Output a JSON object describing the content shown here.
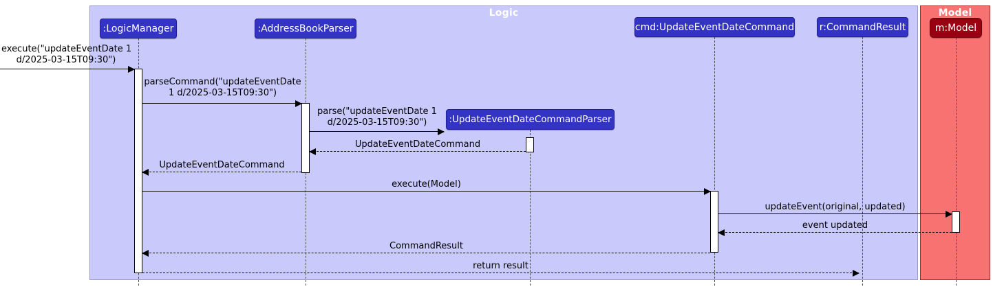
{
  "diagram": {
    "type": "uml-sequence",
    "frames": {
      "logic": {
        "title": "Logic"
      },
      "model": {
        "title": "Model"
      }
    },
    "participants": {
      "logic_manager": {
        "label": ":LogicManager"
      },
      "address_book_parser": {
        "label": ":AddressBookParser"
      },
      "update_event_date_command_parser": {
        "label": ":UpdateEventDateCommandParser"
      },
      "cmd_update_event_date_command": {
        "label": "cmd:UpdateEventDateCommand"
      },
      "r_command_result": {
        "label": "r:CommandResult"
      },
      "m_model": {
        "label": "m:Model"
      }
    },
    "messages": {
      "execute_entry": {
        "line1": "execute(\"updateEventDate 1",
        "line2": "d/2025-03-15T09:30\")",
        "type": "sync"
      },
      "parse_command": {
        "line1": "parseCommand(\"updateEventDate",
        "line2": "1 d/2025-03-15T09:30\")",
        "type": "sync"
      },
      "parse": {
        "line1": "parse(\"updateEventDate 1",
        "line2": "d/2025-03-15T09:30\")",
        "type": "sync-create"
      },
      "return_command_to_parser": {
        "label": "UpdateEventDateCommand",
        "type": "return"
      },
      "return_command_to_logic_manager": {
        "label": "UpdateEventDateCommand",
        "type": "return"
      },
      "execute_model": {
        "label": "execute(Model)",
        "type": "sync"
      },
      "update_event": {
        "label": "updateEvent(original, updated)",
        "type": "sync"
      },
      "event_updated": {
        "label": "event updated",
        "type": "return"
      },
      "command_result": {
        "label": "CommandResult",
        "type": "return"
      },
      "return_result": {
        "label": "return result",
        "type": "return"
      }
    },
    "colors": {
      "logic-frame-fill": "#C9C9FB",
      "logic-frame-border": "#9898C0",
      "model-frame-fill": "#F87272",
      "model-frame-border": "#A52A2A",
      "participant-fill": "#3333C4",
      "participant-border": "#201E9B",
      "model-participant-fill": "#990011",
      "model-participant-border": "#6E000C",
      "participant-text": "#FFFFFF",
      "message-line": "#000000",
      "lifeline": "#505050"
    }
  }
}
